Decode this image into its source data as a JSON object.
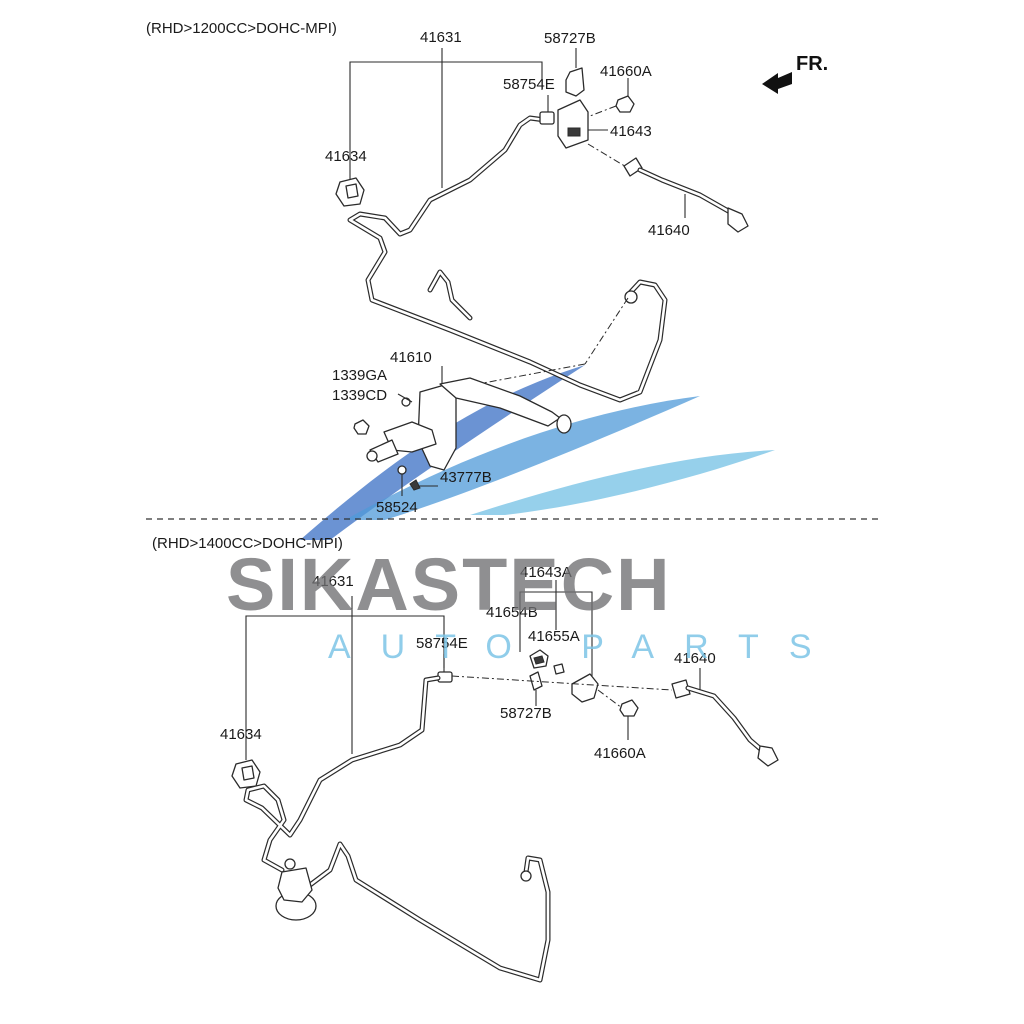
{
  "diagram": {
    "sections": [
      {
        "header": "(RHD>1200CC>DOHC-MPI)"
      },
      {
        "header": "(RHD>1400CC>DOHC-MPI)"
      }
    ],
    "direction_label": "FR.",
    "labels_top": {
      "p41631": "41631",
      "p58727B": "58727B",
      "p58754E": "58754E",
      "p41660A": "41660A",
      "p41643": "41643",
      "p41634": "41634",
      "p41640": "41640",
      "p41610": "41610",
      "p1339GA": "1339GA",
      "p1339CD": "1339CD",
      "p43777B": "43777B",
      "p58524": "58524"
    },
    "labels_bottom": {
      "p41631": "41631",
      "p41643A": "41643A",
      "p41654B": "41654B",
      "p41655A": "41655A",
      "p58754E": "58754E",
      "p41640": "41640",
      "p58727B": "58727B",
      "p41660A": "41660A",
      "p41634": "41634"
    }
  },
  "watermark": {
    "brand": "SIKASTECH",
    "tagline": "AUTO PARTS",
    "colors": {
      "grey": "#6f7072",
      "blue_dark": "#3a6fc4",
      "blue_mid": "#4f9ad8",
      "blue_light": "#7cc4e6"
    }
  }
}
